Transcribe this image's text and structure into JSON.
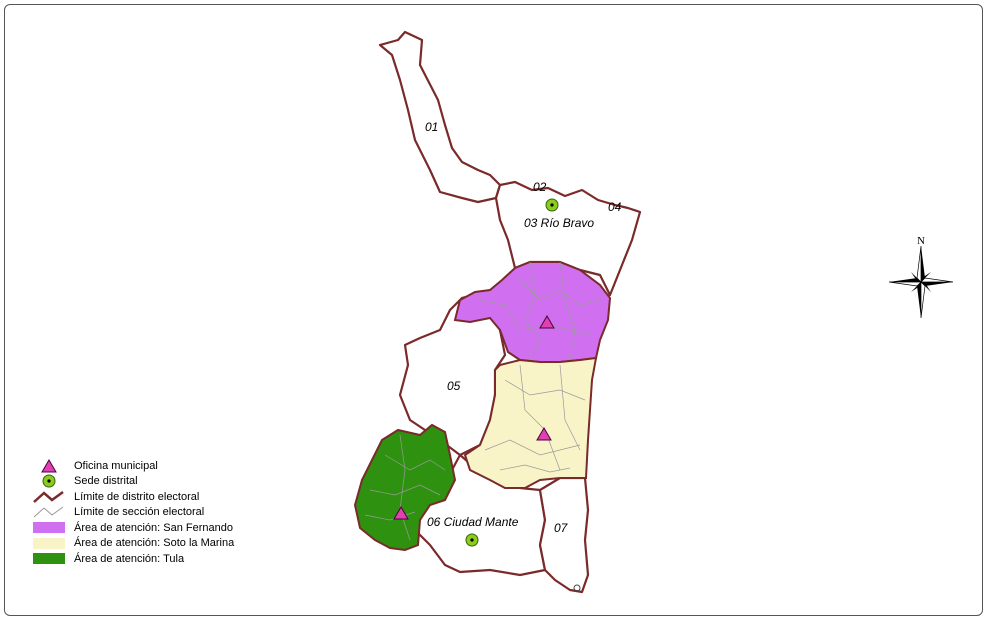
{
  "district_labels": {
    "d01": "01",
    "d02": "02",
    "d03": "03 Río Bravo",
    "d04": "04",
    "d05": "05",
    "d06": "06 Ciudad Mante",
    "d07": "07"
  },
  "compass": {
    "north": "N"
  },
  "legend": {
    "items": [
      {
        "label": "Oficina municipal"
      },
      {
        "label": "Sede distrital"
      },
      {
        "label": "Límite de distrito electoral"
      },
      {
        "label": "Límite de sección electoral"
      },
      {
        "label": "Área de atención: San Fernando"
      },
      {
        "label": "Área de atención: Soto la Marina"
      },
      {
        "label": "Área de atención: Tula"
      }
    ]
  },
  "colors": {
    "district_border": "#7a2a2a",
    "section_border": "#9a9a9a",
    "san_fernando": "#d070f0",
    "soto_la_marina": "#f8f4c8",
    "tula": "#2e9210",
    "office_marker": "#e040b0",
    "seat_marker": "#8ccc20"
  }
}
